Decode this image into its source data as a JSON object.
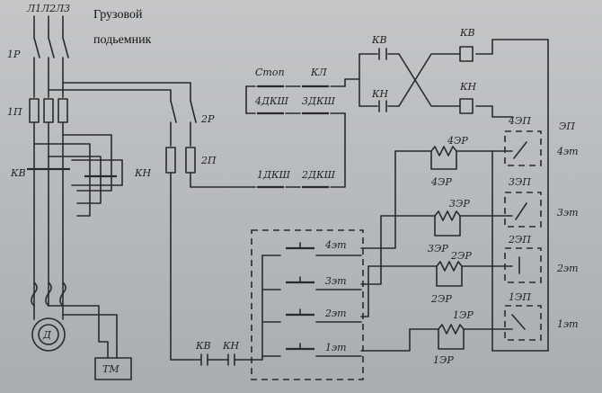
{
  "title": {
    "line1": "Грузовой",
    "line2": "подьемник"
  },
  "labels": {
    "l1": "Л1",
    "l2": "Л2",
    "l3": "Л3",
    "p1r": "1Р",
    "p1p": "1П",
    "kv_left": "КВ",
    "kn_left": "КН",
    "motor": "Д",
    "tm": "ТМ",
    "r2": "2Р",
    "p2": "2П",
    "stop": "Стоп",
    "kl": "КЛ",
    "dksh4": "4ДКШ",
    "dksh3": "3ДКШ",
    "dksh1": "1ДКШ",
    "dksh2": "2ДКШ",
    "kv_top": "КВ",
    "kn_mid": "КН",
    "kv_coil": "КВ",
    "kn_coil": "КН",
    "ep": "ЭП",
    "p43": "4ЭП",
    "p33": "3ЭП",
    "p23": "2ЭП",
    "p13": "1ЭП",
    "r43a": "4ЭР",
    "r43b": "4ЭР",
    "r33a": "3ЭР",
    "r33b": "3ЭР",
    "r23a": "2ЭР",
    "r23b": "2ЭР",
    "r13a": "1ЭР",
    "r13b": "1ЭР",
    "fl4": "4эт",
    "fl3": "3эт",
    "fl2": "2эт",
    "fl1": "1эт",
    "btn4": "4эт",
    "btn3": "3эт",
    "btn2": "2эт",
    "btn1": "1эт",
    "kv_bot": "КВ",
    "kn_bot": "КН"
  }
}
